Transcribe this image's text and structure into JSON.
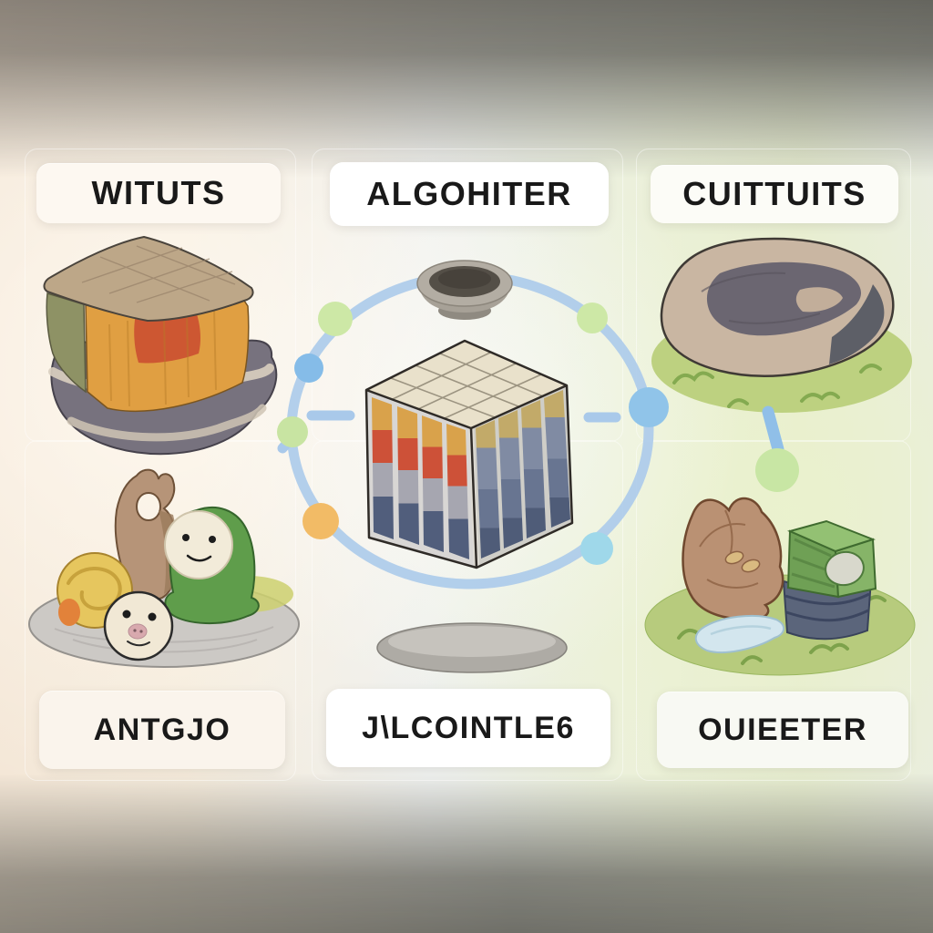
{
  "labels": {
    "top_left": "WITUTS",
    "top_center": "ALGOHITER",
    "top_right": "CUITTUITS",
    "bottom_left": "ANTGJO",
    "bottom_center": "J\\LCOINTLE6",
    "bottom_right": "OUIEETER"
  },
  "illustrations": {
    "top_left": "strata-block",
    "top_center": "orbit-diagram-with-data-cube",
    "top_right": "boulder-on-grass",
    "bottom_left": "clay-figurines-on-plate",
    "bottom_center": "funnel-bowl-and-base-disc",
    "bottom_right": "rock-green-crate-and-cloth-on-grass"
  },
  "colors": {
    "ring_blue": "#accbea",
    "node_green": "#cde8a6",
    "node_blue": "#88bde8",
    "node_orange": "#f2bb66",
    "node_teal": "#9fd8ea",
    "cube_orange": "#d9a24b",
    "cube_red": "#cd5138",
    "cube_gray": "#a6a6b0",
    "cube_navy": "#515e7c",
    "chip_text": "#191919"
  }
}
